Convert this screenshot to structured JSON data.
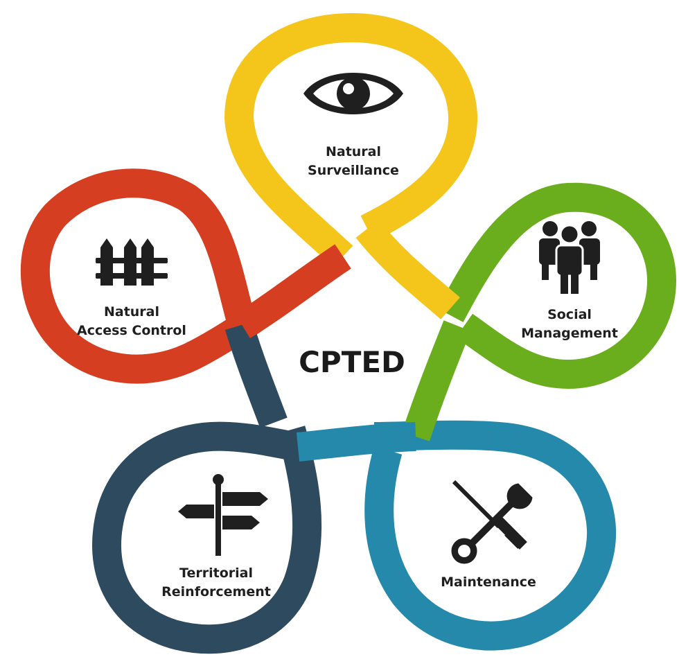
{
  "center": {
    "label": "CPTED"
  },
  "petals": [
    {
      "id": "natural-surveillance",
      "line1": "Natural",
      "line2": "Surveillance",
      "color": "#F4C61B",
      "icon": "eye-icon"
    },
    {
      "id": "social-management",
      "line1": "Social",
      "line2": "Management",
      "color": "#6AAE1E",
      "icon": "people-group-icon"
    },
    {
      "id": "maintenance",
      "line1": "Maintenance",
      "line2": "",
      "color": "#2589AB",
      "icon": "tools-icon"
    },
    {
      "id": "territorial-reinforcement",
      "line1": "Territorial",
      "line2": "Reinforcement",
      "color": "#2E4A5E",
      "icon": "signpost-icon"
    },
    {
      "id": "natural-access-control",
      "line1": "Natural",
      "line2": "Access Control",
      "color": "#D63E21",
      "icon": "fence-icon"
    }
  ]
}
